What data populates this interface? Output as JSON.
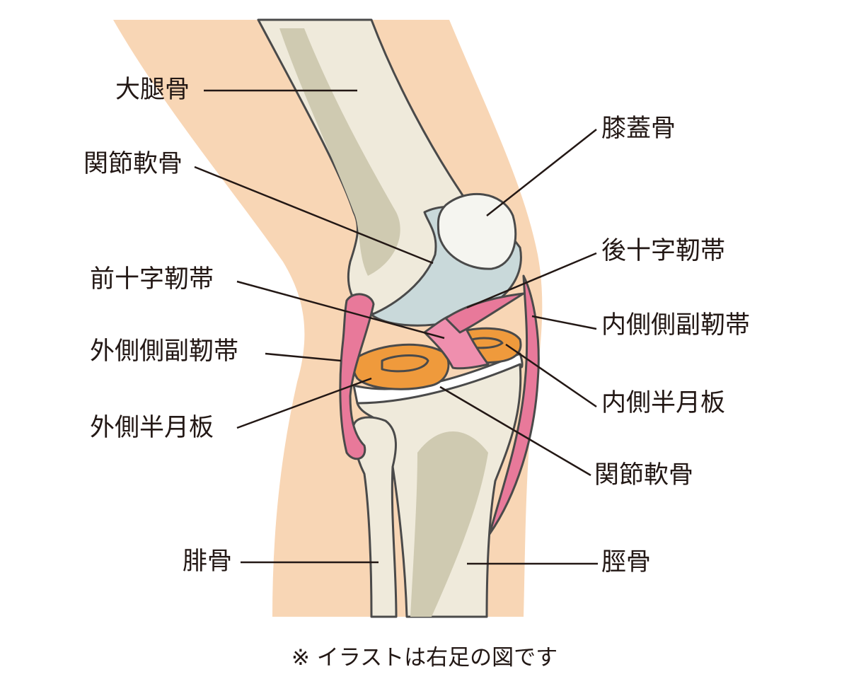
{
  "labels": {
    "femur": "大腿骨",
    "articular_cartilage_left": "関節軟骨",
    "acl": "前十字靭帯",
    "lcl": "外側側副靭帯",
    "lateral_meniscus": "外側半月板",
    "fibula": "腓骨",
    "patella": "膝蓋骨",
    "pcl": "後十字靭帯",
    "mcl": "内側側副靭帯",
    "medial_meniscus": "内側半月板",
    "articular_cartilage_right": "関節軟骨",
    "tibia": "脛骨"
  },
  "footnote": "※ イラストは右足の図です",
  "colors": {
    "skin": "#f8d6b5",
    "bone": "#efeadb",
    "bone_shadow": "#cfcab1",
    "cartilage": "#c9d9da",
    "ligament": "#e8799a",
    "meniscus": "#ef9a3c",
    "outline": "#4a4a4a"
  }
}
